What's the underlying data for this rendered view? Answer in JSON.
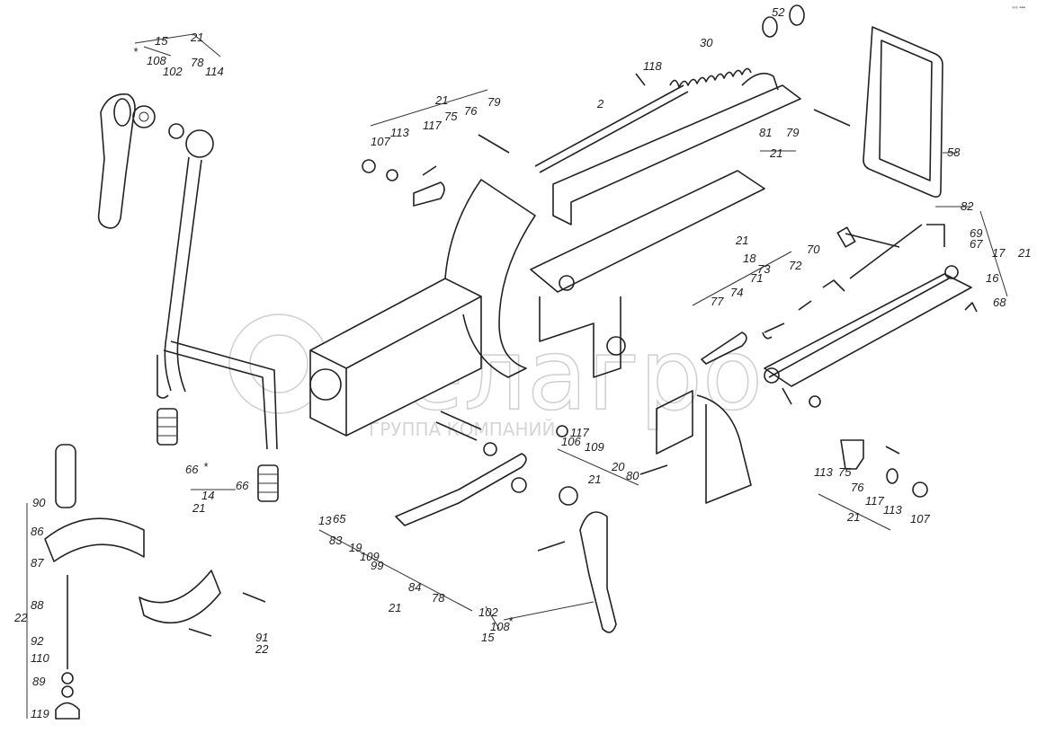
{
  "title": "Exploded parts diagram: lever and frame assembly",
  "watermark": {
    "brand": "белагро",
    "subtitle": "ГРУППА КОМПАНИЙ"
  },
  "corner_mark": "»» ▪▪▪",
  "labels": [
    "52",
    "30",
    "118",
    "2",
    "21",
    "15",
    "*",
    "108",
    "102",
    "78",
    "114",
    "21",
    "107",
    "113",
    "117",
    "75",
    "76",
    "79",
    "81",
    "79",
    "21",
    "58",
    "82",
    "69",
    "67",
    "17",
    "21",
    "21",
    "18",
    "73",
    "72",
    "70",
    "16",
    "68",
    "77",
    "74",
    "71",
    "117",
    "106",
    "109",
    "20",
    "80",
    "21",
    "113",
    "75",
    "76",
    "117",
    "113",
    "107",
    "21",
    "66",
    "*",
    "66",
    "14",
    "21",
    "90",
    "86",
    "87",
    "88",
    "22",
    "92",
    "110",
    "89",
    "119",
    "91",
    "22",
    "13",
    "65",
    "83",
    "19",
    "109",
    "99",
    "84",
    "78",
    "21",
    "102",
    "108",
    "*",
    "15"
  ]
}
